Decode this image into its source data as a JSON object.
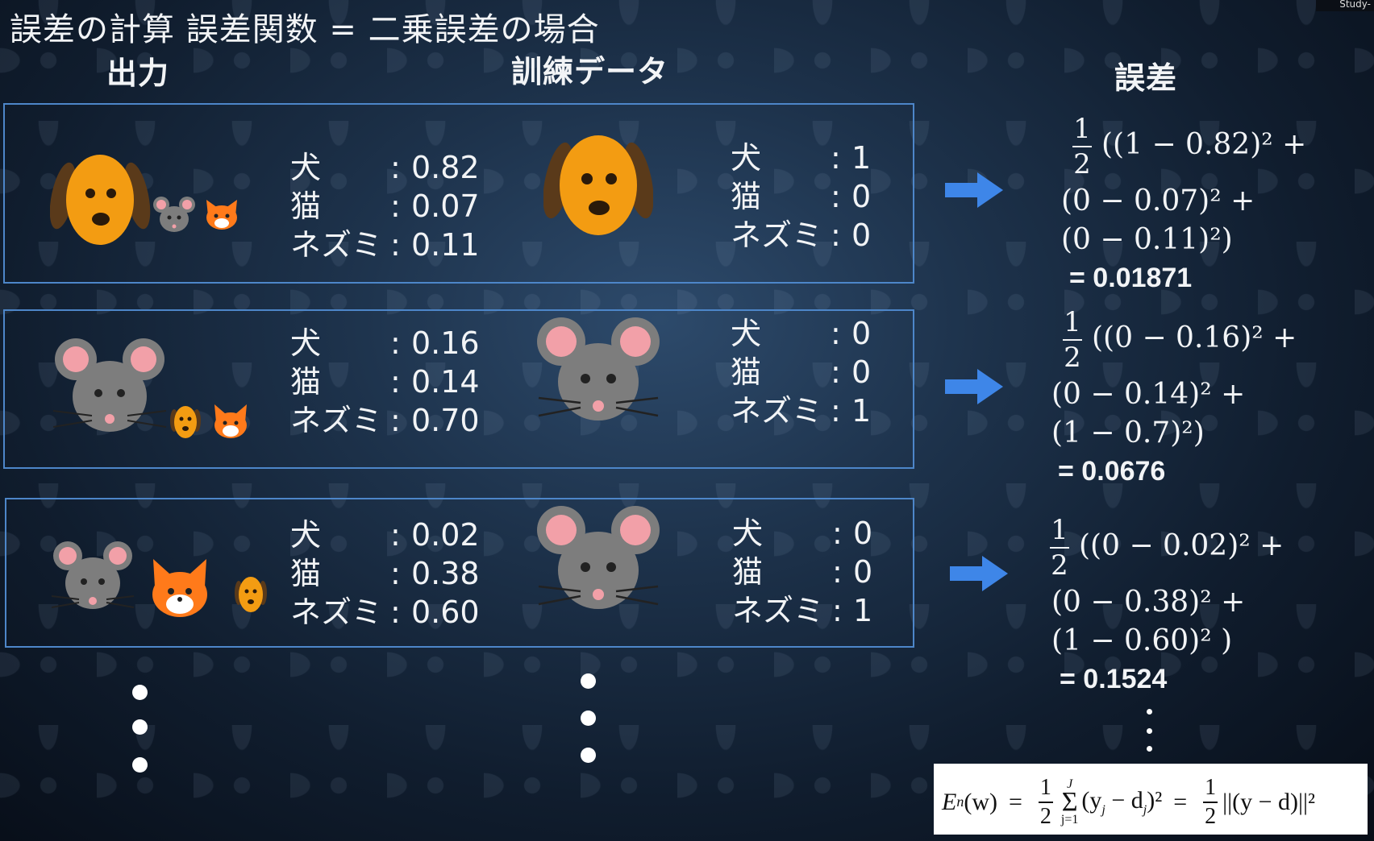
{
  "title": "誤差の計算 誤差関数 = 二乗誤差の場合",
  "corner_text": "Study-",
  "headers": {
    "output": "出力",
    "training": "訓練データ",
    "error": "誤差"
  },
  "colors": {
    "box_border": "#4d86c9",
    "arrow": "#3e86e8",
    "dog": "#f39c12",
    "mouse": "#7d7d7d",
    "cat": "#ff7a1a"
  },
  "rows": [
    {
      "output_icons": [
        "dog-icon",
        "mouse-icon",
        "cat-icon"
      ],
      "output_values": [
        {
          "label": "犬",
          "sep": ":",
          "value": "0.82"
        },
        {
          "label": "猫",
          "sep": ":",
          "value": "0.07"
        },
        {
          "label": "ネズミ",
          "sep": ":",
          "value": "0.11"
        }
      ],
      "train_icon": "dog-icon",
      "train_values": [
        {
          "label": "犬",
          "sep": ":",
          "value": "1"
        },
        {
          "label": "猫",
          "sep": ":",
          "value": "0"
        },
        {
          "label": "ネズミ",
          "sep": ":",
          "value": "0"
        }
      ],
      "formula": {
        "frac_num": "1",
        "frac_den": "2",
        "line1": "((1 − 0.82)² +",
        "line2": "(0 − 0.07)² +",
        "line3": "(0 − 0.11)²)",
        "result": "= 0.01871"
      }
    },
    {
      "output_icons": [
        "mouse-icon",
        "dog-icon",
        "cat-icon"
      ],
      "output_values": [
        {
          "label": "犬",
          "sep": ":",
          "value": "0.16"
        },
        {
          "label": "猫",
          "sep": ":",
          "value": "0.14"
        },
        {
          "label": "ネズミ",
          "sep": ":",
          "value": "0.70"
        }
      ],
      "train_icon": "mouse-icon",
      "train_values": [
        {
          "label": "犬",
          "sep": ":",
          "value": "0"
        },
        {
          "label": "猫",
          "sep": ":",
          "value": "0"
        },
        {
          "label": "ネズミ",
          "sep": ":",
          "value": "1"
        }
      ],
      "formula": {
        "frac_num": "1",
        "frac_den": "2",
        "line1": "((0 − 0.16)² +",
        "line2": "(0 − 0.14)² +",
        "line3": "(1 − 0.7)²)",
        "result": "= 0.0676"
      }
    },
    {
      "output_icons": [
        "mouse-icon",
        "cat-icon",
        "dog-icon"
      ],
      "output_values": [
        {
          "label": "犬",
          "sep": ":",
          "value": "0.02"
        },
        {
          "label": "猫",
          "sep": ":",
          "value": "0.38"
        },
        {
          "label": "ネズミ",
          "sep": ":",
          "value": "0.60"
        }
      ],
      "train_icon": "mouse-icon",
      "train_values": [
        {
          "label": "犬",
          "sep": ":",
          "value": "0"
        },
        {
          "label": "猫",
          "sep": ":",
          "value": "0"
        },
        {
          "label": "ネズミ",
          "sep": ":",
          "value": "1"
        }
      ],
      "formula": {
        "frac_num": "1",
        "frac_den": "2",
        "line1": "((0 − 0.02)² +",
        "line2": "(0 − 0.38)² +",
        "line3": "(1 − 0.60)² )",
        "result": "= 0.1524"
      }
    }
  ],
  "error_function": {
    "lhs": "E",
    "lhs_sub": "n",
    "lhs_arg": "(w)",
    "eq": "=",
    "frac_num": "1",
    "frac_den": "2",
    "sum_top": "J",
    "sum_bottom": "j=1",
    "term": "(y",
    "term_sub_y": "j",
    "term_mid": " − d",
    "term_sub_d": "j",
    "term_end": ")²",
    "eq2": "=",
    "norm": "||(y − d)||²"
  }
}
